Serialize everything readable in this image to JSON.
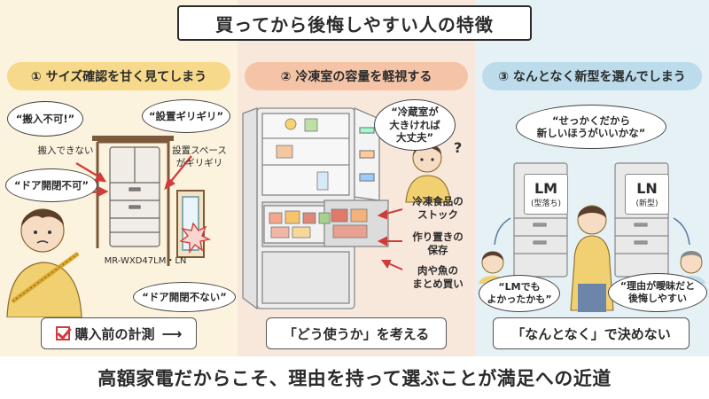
{
  "title": "買ってから後悔しやすい人の特徴",
  "panels": [
    {
      "header": "① サイズ確認を甘く見てしまう",
      "bubbles": [
        "“搬入不可!”",
        "“設置ギリギリ”",
        "“ドア開閉不可”",
        "“ドア開閉不ない”"
      ],
      "notes": [
        "搬入できない",
        "設置スペース\nがギリギリ"
      ],
      "model_label": "MR-WXD47LM・LN",
      "bottom": "購入前の計測"
    },
    {
      "header": "② 冷凍室の容量を軽視する",
      "bubble": "“冷蔵室が\n大きければ\n大丈夫”",
      "notes": [
        "冷凍食品の\nストック",
        "作り置きの\n保存",
        "肉や魚の\nまとめ買い"
      ],
      "bottom": "「どう使うか」を考える"
    },
    {
      "header": "③ なんとなく新型を選んでしまう",
      "bubbles": [
        "“せっかくだから\n新しいほうがいいかな”",
        "“LMでも\nよかったかも”",
        "“理由が曖昧だと\n後悔しやすい"
      ],
      "fridges": [
        {
          "label": "LM",
          "sub": "(型落ち)"
        },
        {
          "label": "LN",
          "sub": "(新型)"
        }
      ],
      "bottom": "「なんとなく」で決めない"
    }
  ],
  "footer": "高額家電だからこそ、理由を持って選ぶことが満足への近道",
  "colors": {
    "panel1": "#fbf3dd",
    "panel2": "#f8e8dc",
    "panel3": "#e6f1f6",
    "header1": "#f6d98a",
    "header2": "#f5c4a6",
    "header3": "#bcdceb",
    "accent_red": "#d23b3b"
  }
}
